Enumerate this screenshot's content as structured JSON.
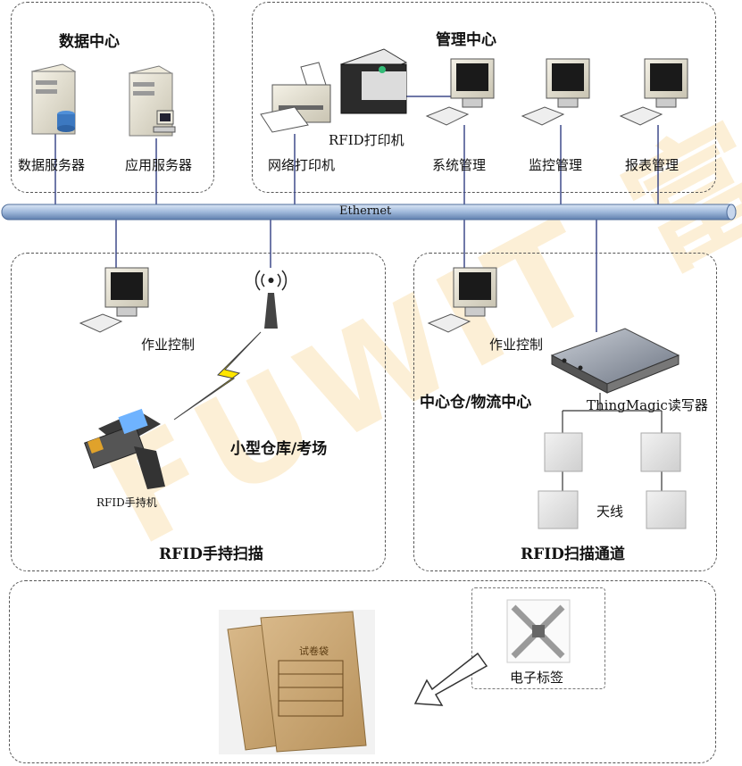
{
  "watermark": "FUWIT 富顺元",
  "zones": {
    "data_center": {
      "title": "数据中心",
      "db_server": "数据服务器",
      "app_server": "应用服务器"
    },
    "management_center": {
      "title": "管理中心",
      "network_printer": "网络打印机",
      "rfid_printer": "RFID打印机",
      "system_mgmt": "系统管理",
      "monitor_mgmt": "监控管理",
      "report_mgmt": "报表管理"
    },
    "ethernet": "Ethernet",
    "handheld": {
      "operation_control": "作业控制",
      "small_warehouse": "小型仓库/考场",
      "rfid_handheld": "RFID手持机",
      "title": "RFID手持扫描"
    },
    "channel": {
      "operation_control": "作业控制",
      "center_warehouse": "中心仓/物流中心",
      "reader": "ThingMagic读写器",
      "antenna": "天线",
      "title": "RFID扫描通道"
    },
    "bottom": {
      "electronic_tag": "电子标签",
      "folder_text": "试卷袋"
    }
  }
}
